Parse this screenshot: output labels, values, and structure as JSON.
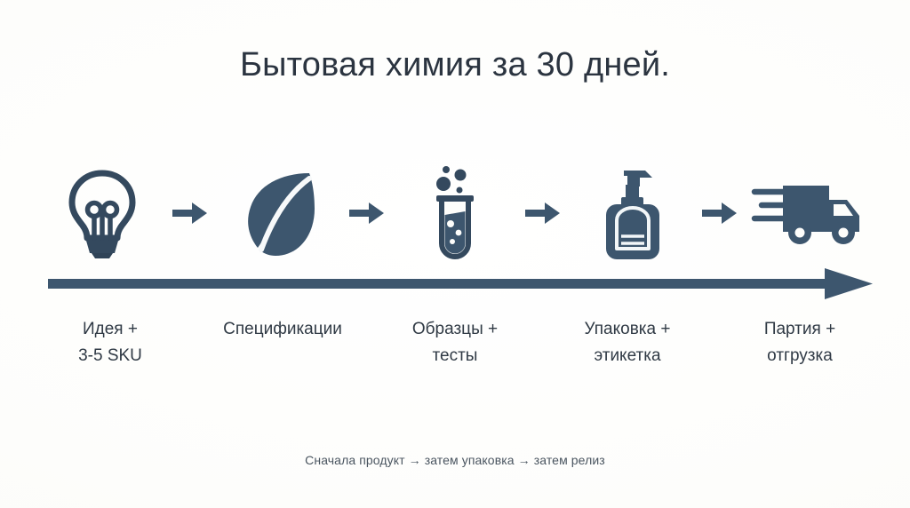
{
  "page": {
    "title": "Бытовая химия за 30 дней.",
    "footer_note": "Сначала продукт → затем упаковка → затем релиз",
    "background_color": "#fdfdfb",
    "accent_color": "#3d566e",
    "title_color": "#2b3440",
    "label_color": "#303a45",
    "footer_color": "#4a5560"
  },
  "flow": {
    "main_arrow_name": "timeline-arrow",
    "steps": [
      {
        "icon": "lightbulb-icon",
        "label_line1": "Идея +",
        "label_line2": "3-5 SKU"
      },
      {
        "icon": "leaf-icon",
        "label_line1": "Спецификации",
        "label_line2": ""
      },
      {
        "icon": "test-tube-icon",
        "label_line1": "Образцы +",
        "label_line2": "тесты"
      },
      {
        "icon": "pump-bottle-icon",
        "label_line1": "Упаковка +",
        "label_line2": "этикетка"
      },
      {
        "icon": "delivery-truck-icon",
        "label_line1": "Партия +",
        "label_line2": "отгрузка"
      }
    ],
    "connectors": [
      {
        "icon": "arrow-right-icon"
      },
      {
        "icon": "arrow-right-icon"
      },
      {
        "icon": "arrow-right-icon"
      },
      {
        "icon": "arrow-right-icon"
      }
    ]
  }
}
